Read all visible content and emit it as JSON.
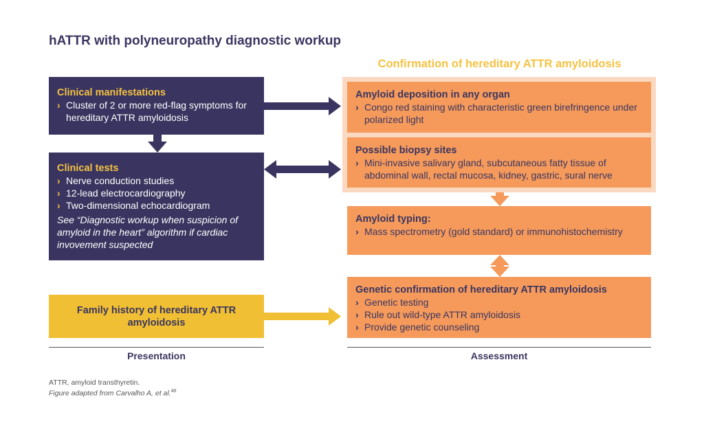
{
  "title": "hATTR with polyneuropathy diagnostic workup",
  "confirmation_title": "Confirmation of hereditary ATTR amyloidosis",
  "presentation": {
    "clinical_manifestations": {
      "heading": "Clinical manifestations",
      "items": [
        "Cluster of 2 or more red-flag symptoms for hereditary ATTR amyloidosis"
      ]
    },
    "clinical_tests": {
      "heading": "Clinical tests",
      "items": [
        "Nerve conduction studies",
        "12-lead electrocardiography",
        "Two-dimensional echocardiogram"
      ],
      "note": "See “Diagnostic workup when suspicion of amyloid in the heart” algorithm if cardiac invovement suspected"
    },
    "family_history": "Family history of hereditary ATTR amyloidosis"
  },
  "assessment": {
    "amyloid_deposition": {
      "heading": "Amyloid deposition in any organ",
      "items": [
        "Congo red staining with characteristic green birefringence under polarized light"
      ]
    },
    "biopsy_sites": {
      "heading": "Possible biopsy sites",
      "items": [
        "Mini-invasive salivary gland, subcutaneous fatty tissue of abdominal wall, rectal mucosa, kidney, gastric, sural nerve"
      ]
    },
    "amyloid_typing": {
      "heading": "Amyloid typing:",
      "items": [
        "Mass spectrometry (gold standard) or immunohistochemistry"
      ]
    },
    "genetic_confirmation": {
      "heading": "Genetic confirmation of hereditary ATTR amyloidosis",
      "items": [
        "Genetic testing",
        "Rule out wild-type ATTR amyloidosis",
        "Provide genetic counseling"
      ]
    }
  },
  "bullet": "›",
  "section_labels": {
    "presentation": "Presentation",
    "assessment": "Assessment"
  },
  "footnotes": {
    "abbrev": "ATTR, amyloid transthyretin.",
    "source": "Figure adapted from Carvalho A, et al.",
    "source_ref": "46"
  },
  "colors": {
    "navy": "#3a3560",
    "orange": "#f59a5b",
    "light_orange": "#fbd8c0",
    "yellow": "#f0bf33",
    "gold_text": "#f5c242"
  }
}
